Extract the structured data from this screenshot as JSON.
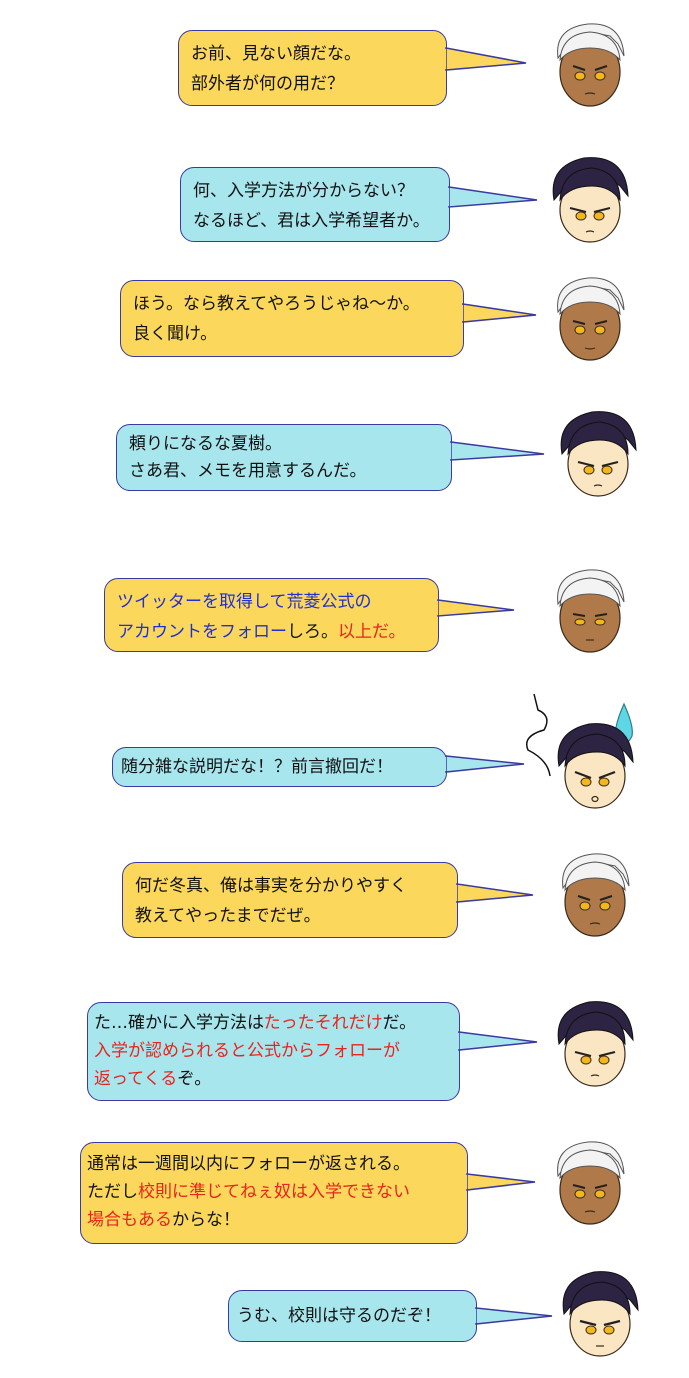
{
  "colors": {
    "yellow_bubble": "#fbd75b",
    "blue_bubble": "#a8e6ee",
    "bubble_border": "#3a3aa0",
    "emphasis_red": "#e8241c",
    "emphasis_blue": "#1f2fd6"
  },
  "dialogue": [
    {
      "speaker": "white-haired",
      "lines": [
        [
          "お前、見ない顔だな。"
        ],
        [
          "部外者が何の用だ？"
        ]
      ]
    },
    {
      "speaker": "dark-haired",
      "lines": [
        [
          "何、入学方法が分からない？"
        ],
        [
          "なるほど、君は入学希望者か。"
        ]
      ]
    },
    {
      "speaker": "white-haired",
      "lines": [
        [
          "ほう。なら教えてやろうじゃね～か。"
        ],
        [
          "良く聞け。"
        ]
      ]
    },
    {
      "speaker": "dark-haired",
      "lines": [
        [
          "頼りになるな夏樹。"
        ],
        [
          "さあ君、メモを用意するんだ。"
        ]
      ]
    },
    {
      "speaker": "white-haired",
      "lines": [
        [
          "ツイッターを取得して荒菱公式の"
        ],
        [
          "アカウントをフォロー",
          "しろ。",
          "以上だ。"
        ]
      ]
    },
    {
      "speaker": "dark-haired",
      "lines": [
        [
          "随分雑な説明だな！？前言撤回だ！"
        ]
      ]
    },
    {
      "speaker": "white-haired",
      "lines": [
        [
          "何だ冬真、俺は事実を分かりやすく"
        ],
        [
          "教えてやったまでだぜ。"
        ]
      ]
    },
    {
      "speaker": "dark-haired",
      "lines": [
        [
          "た…確かに入学方法は",
          "たったそれだけ",
          "だ。"
        ],
        [
          "入学が認められると公式からフォローが"
        ],
        [
          "返ってくる",
          "ぞ。"
        ]
      ]
    },
    {
      "speaker": "white-haired",
      "lines": [
        [
          "通常は一週間以内にフォローが返される。"
        ],
        [
          "ただし",
          "校則に準じてねぇ奴は入学できない"
        ],
        [
          "場合もある",
          "からな！"
        ]
      ]
    },
    {
      "speaker": "dark-haired",
      "lines": [
        [
          "うむ、校則は守るのだぞ！"
        ]
      ]
    }
  ]
}
